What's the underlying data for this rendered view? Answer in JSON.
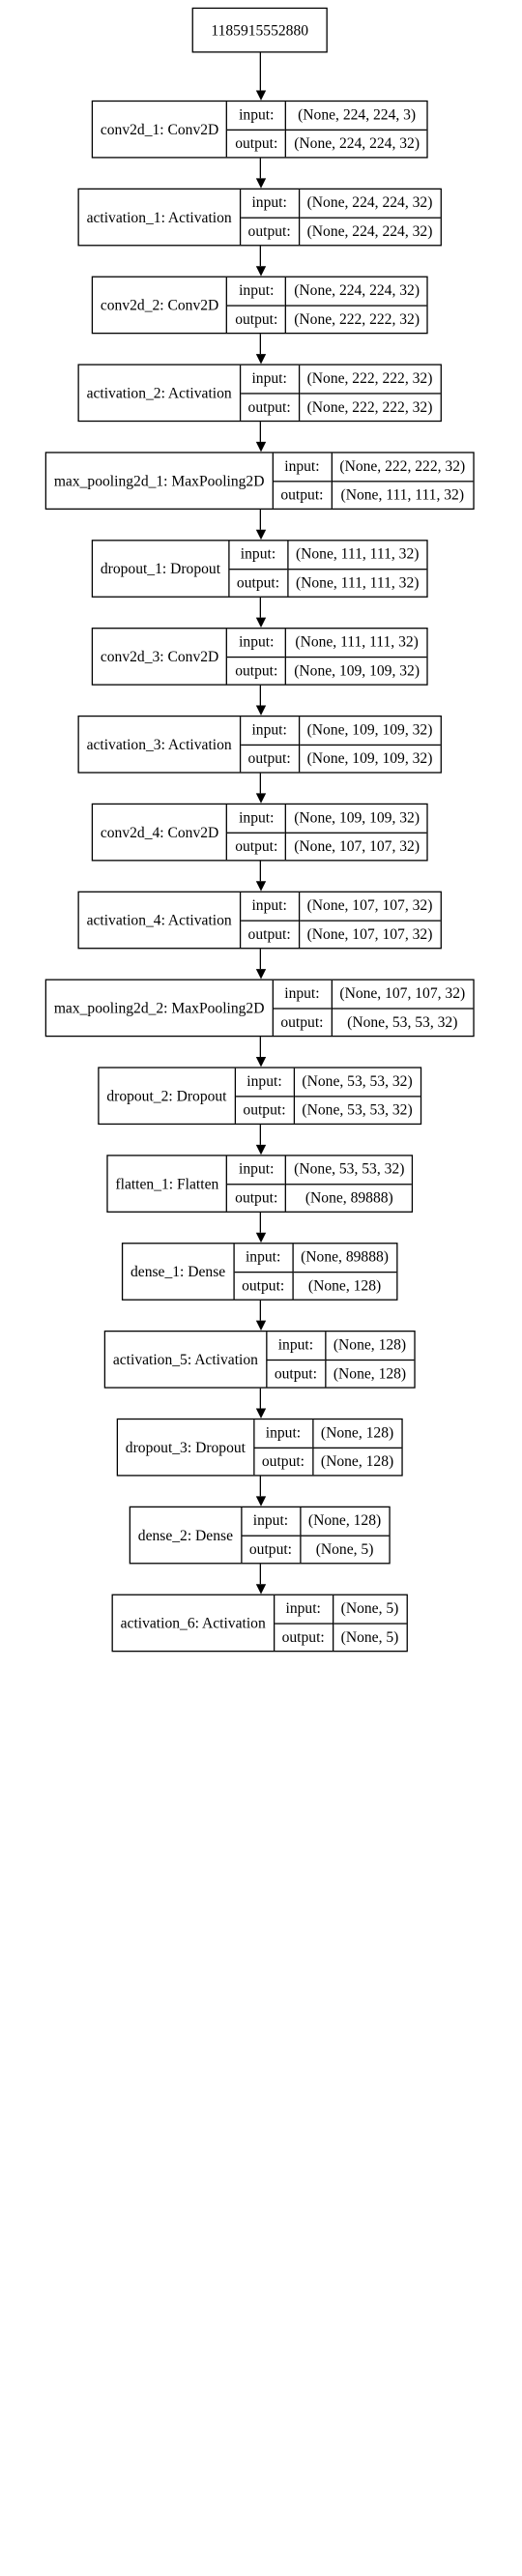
{
  "input_node": "1185915552880",
  "io_labels": {
    "input": "input:",
    "output": "output:"
  },
  "layers": [
    {
      "name": "conv2d_1: Conv2D",
      "input": "(None, 224, 224, 3)",
      "output": "(None, 224, 224, 32)"
    },
    {
      "name": "activation_1: Activation",
      "input": "(None, 224, 224, 32)",
      "output": "(None, 224, 224, 32)"
    },
    {
      "name": "conv2d_2: Conv2D",
      "input": "(None, 224, 224, 32)",
      "output": "(None, 222, 222, 32)"
    },
    {
      "name": "activation_2: Activation",
      "input": "(None, 222, 222, 32)",
      "output": "(None, 222, 222, 32)"
    },
    {
      "name": "max_pooling2d_1: MaxPooling2D",
      "input": "(None, 222, 222, 32)",
      "output": "(None, 111, 111, 32)"
    },
    {
      "name": "dropout_1: Dropout",
      "input": "(None, 111, 111, 32)",
      "output": "(None, 111, 111, 32)"
    },
    {
      "name": "conv2d_3: Conv2D",
      "input": "(None, 111, 111, 32)",
      "output": "(None, 109, 109, 32)"
    },
    {
      "name": "activation_3: Activation",
      "input": "(None, 109, 109, 32)",
      "output": "(None, 109, 109, 32)"
    },
    {
      "name": "conv2d_4: Conv2D",
      "input": "(None, 109, 109, 32)",
      "output": "(None, 107, 107, 32)"
    },
    {
      "name": "activation_4: Activation",
      "input": "(None, 107, 107, 32)",
      "output": "(None, 107, 107, 32)"
    },
    {
      "name": "max_pooling2d_2: MaxPooling2D",
      "input": "(None, 107, 107, 32)",
      "output": "(None, 53, 53, 32)"
    },
    {
      "name": "dropout_2: Dropout",
      "input": "(None, 53, 53, 32)",
      "output": "(None, 53, 53, 32)"
    },
    {
      "name": "flatten_1: Flatten",
      "input": "(None, 53, 53, 32)",
      "output": "(None, 89888)"
    },
    {
      "name": "dense_1: Dense",
      "input": "(None, 89888)",
      "output": "(None, 128)"
    },
    {
      "name": "activation_5: Activation",
      "input": "(None, 128)",
      "output": "(None, 128)"
    },
    {
      "name": "dropout_3: Dropout",
      "input": "(None, 128)",
      "output": "(None, 128)"
    },
    {
      "name": "dense_2: Dense",
      "input": "(None, 128)",
      "output": "(None, 5)"
    },
    {
      "name": "activation_6: Activation",
      "input": "(None, 5)",
      "output": "(None, 5)"
    }
  ]
}
